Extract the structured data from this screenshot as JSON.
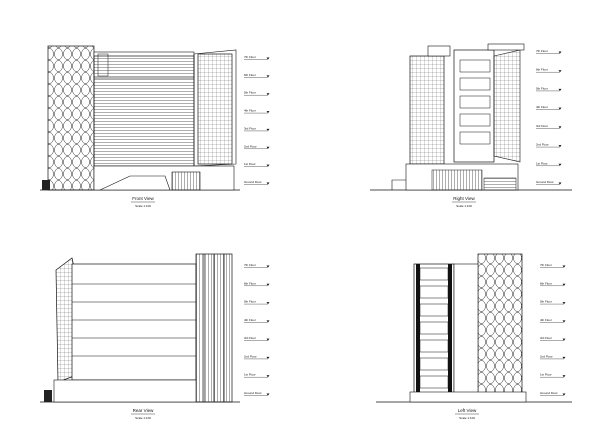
{
  "drawing_sheet": {
    "views": [
      {
        "id": "front",
        "title": "Front View",
        "scale": "Scale 1:100"
      },
      {
        "id": "right",
        "title": "Right View",
        "scale": "Scale 1:100"
      },
      {
        "id": "rear",
        "title": "Rear View",
        "scale": "Scale 1:100"
      },
      {
        "id": "left",
        "title": "Left View",
        "scale": "Scale 1:100"
      }
    ],
    "level_labels": [
      "7th Floor",
      "6th Floor",
      "5th Floor",
      "4th Floor",
      "3rd Floor",
      "2nd Floor",
      "1st Floor",
      "Ground Floor"
    ],
    "line_color": "#111111",
    "background": "#ffffff"
  }
}
